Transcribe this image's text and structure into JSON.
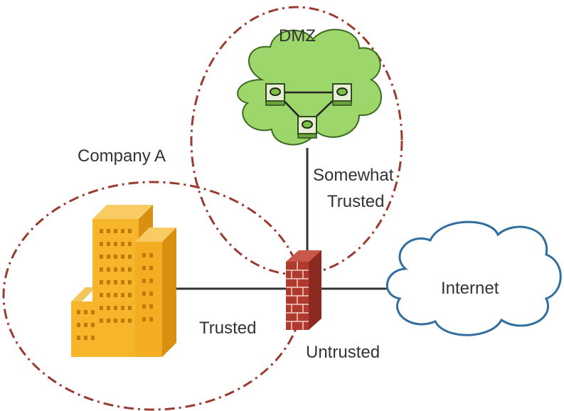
{
  "labels": {
    "dmz": "DMZ",
    "company": "Company A",
    "somewhat_line1": "Somewhat",
    "somewhat_line2": "Trusted",
    "trusted": "Trusted",
    "untrusted": "Untrusted",
    "internet": "Internet"
  },
  "icons": {
    "building": "office-building-icon",
    "firewall": "firewall-icon",
    "dmz_cloud": "dmz-cloud-icon",
    "internet_cloud": "internet-cloud-icon",
    "server": "server-icon"
  },
  "colors": {
    "zone_border": "#9b3a2e",
    "link_line": "#333333",
    "dmz_cloud_fill": "#9dd66a",
    "dmz_cloud_stroke": "#3d6b22",
    "internet_cloud_stroke": "#2f6e9e",
    "building_front": "#f6b52a",
    "building_side": "#d98f10",
    "firewall_brick": "#b03a2e",
    "text": "#333333"
  }
}
